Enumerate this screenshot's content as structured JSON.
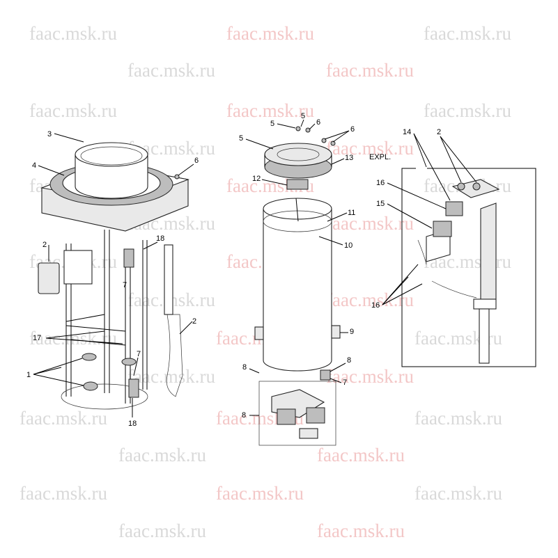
{
  "watermark_text": "faac.msk.ru",
  "callouts": {
    "left": {
      "n3": "3",
      "n4": "4",
      "n6": "6",
      "n2a": "2",
      "n18a": "18",
      "n7a": "7",
      "n2b": "2",
      "n17": "17",
      "n7b": "7",
      "n1": "1",
      "n18b": "18"
    },
    "middle": {
      "n5a": "5",
      "n5b": "5",
      "n6a": "6",
      "n6b": "6",
      "n5c": "5",
      "n13": "13",
      "n12": "12",
      "n11": "11",
      "n10": "10",
      "n9": "9",
      "n8a": "8",
      "n8b": "8",
      "n7": "7",
      "n8c": "8"
    },
    "right": {
      "n14": "14",
      "n2": "2",
      "expl": "EXPL.",
      "n16a": "16",
      "n15": "15",
      "n16b": "16"
    }
  },
  "colors": {
    "watermark_gray": "#d9d9d9",
    "watermark_pink": "#f3c7c7",
    "line": "#000000"
  }
}
